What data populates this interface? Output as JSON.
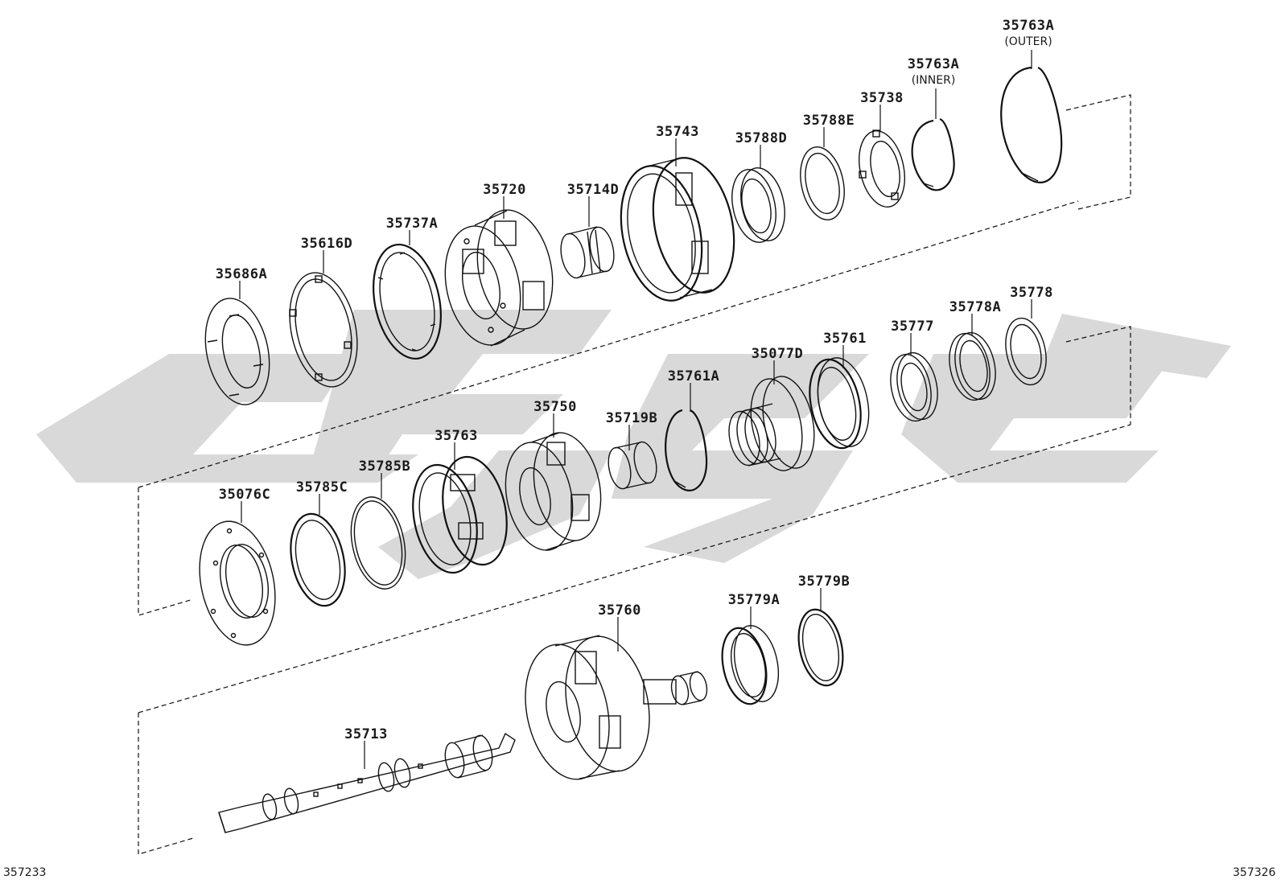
{
  "diagram": {
    "watermark_color": "#d9d9d9",
    "line_color": "#111111",
    "ref_codes": {
      "left": "357233",
      "right": "357326"
    },
    "parts": {
      "p35763A_outer": {
        "label": "35763A",
        "sub": "(OUTER)"
      },
      "p35763A_inner": {
        "label": "35763A",
        "sub": "(INNER)"
      },
      "p35738": {
        "label": "35738"
      },
      "p35788E": {
        "label": "35788E"
      },
      "p35788D": {
        "label": "35788D"
      },
      "p35743": {
        "label": "35743"
      },
      "p35714D": {
        "label": "35714D"
      },
      "p35720": {
        "label": "35720"
      },
      "p35737A": {
        "label": "35737A"
      },
      "p35616D": {
        "label": "35616D"
      },
      "p35686A": {
        "label": "35686A"
      },
      "p35778": {
        "label": "35778"
      },
      "p35778A": {
        "label": "35778A"
      },
      "p35777": {
        "label": "35777"
      },
      "p35761": {
        "label": "35761"
      },
      "p35077D": {
        "label": "35077D"
      },
      "p35761A": {
        "label": "35761A"
      },
      "p35719B": {
        "label": "35719B"
      },
      "p35750": {
        "label": "35750"
      },
      "p35763": {
        "label": "35763"
      },
      "p35785B": {
        "label": "35785B"
      },
      "p35785C": {
        "label": "35785C"
      },
      "p35076C": {
        "label": "35076C"
      },
      "p35760": {
        "label": "35760"
      },
      "p35779A": {
        "label": "35779A"
      },
      "p35779B": {
        "label": "35779B"
      },
      "p35713": {
        "label": "35713"
      }
    }
  }
}
